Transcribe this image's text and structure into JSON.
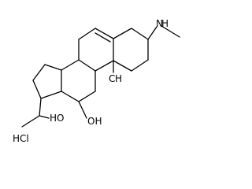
{
  "structure": {
    "labels": {
      "methylamino": "N",
      "methylamino_h": "H",
      "angular_methyl_c": "C",
      "angular_methyl_h": "H",
      "hydroxymethyl": "OH",
      "side_chain_hydroxyl": "HO",
      "salt": "HCl"
    },
    "colors": {
      "bond": "#000000",
      "text": "#000000",
      "background": "#ffffff"
    }
  }
}
